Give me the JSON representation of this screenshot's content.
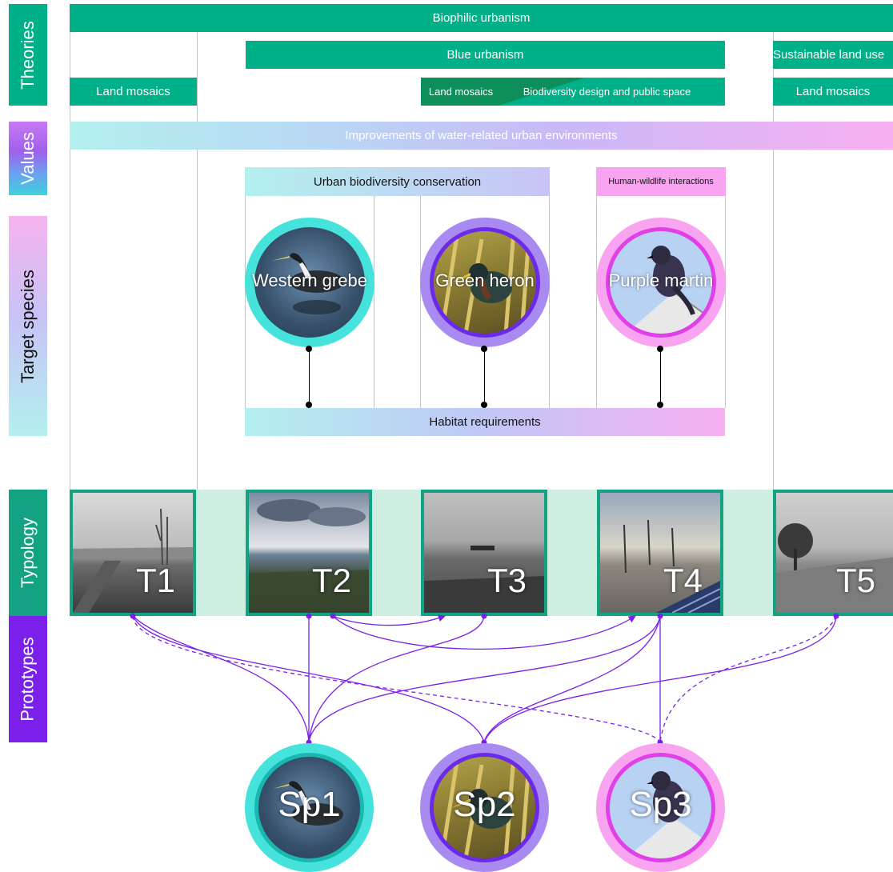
{
  "rows": {
    "theories": "Theories",
    "values": "Values",
    "target_species": "Target species",
    "typology": "Typology",
    "prototypes": "Prototypes"
  },
  "theories": {
    "biophilic": "Biophilic urbanism",
    "blue": "Blue urbanism",
    "sustainable": "Sustainable land use",
    "land_mosaics_left": "Land mosaics",
    "land_mosaics_mid": "Land mosaics",
    "biodiversity_design": "Biodiversity design and public space",
    "land_mosaics_right": "Land mosaics"
  },
  "values": {
    "water": "Improvements of water-related urban environments"
  },
  "species_section": {
    "conservation": "Urban biodiversity conservation",
    "interactions": "Human-wildlife interactions",
    "habitat": "Habitat requirements",
    "species": [
      {
        "name": "Western grebe"
      },
      {
        "name": "Green heron"
      },
      {
        "name": "Purple martin"
      }
    ]
  },
  "typology": {
    "tiles": [
      "T1",
      "T2",
      "T3",
      "T4",
      "T5"
    ]
  },
  "prototypes": {
    "labels": [
      "Sp1",
      "Sp2",
      "Sp3"
    ]
  },
  "colors": {
    "green": "#00b088",
    "dark_green": "#13a383",
    "cyan": "#3fe0da",
    "lavender": "#a98af0",
    "pink": "#f8a4f0",
    "purple": "#7a20ea",
    "typology_band": "#cdeee1"
  }
}
